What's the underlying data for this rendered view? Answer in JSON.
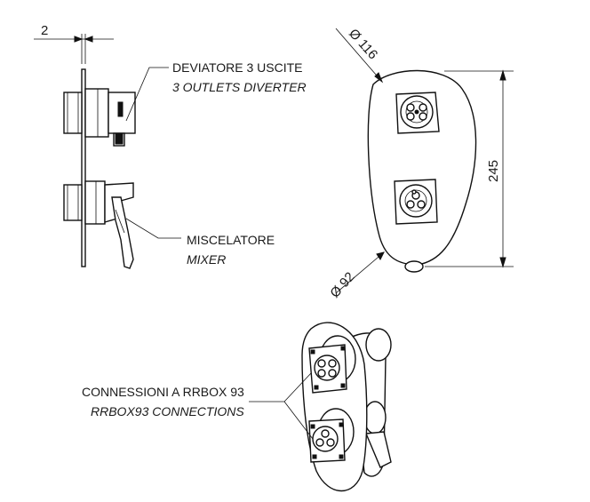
{
  "dimensions": {
    "thickness": "2",
    "outer_diameter": "Ø 116",
    "inner_diameter": "Ø 92",
    "height": "245"
  },
  "callouts": {
    "diverter_it": "DEVIATORE 3 USCITE",
    "diverter_en": "3 OUTLETS DIVERTER",
    "mixer_it": "MISCELATORE",
    "mixer_en": "MIXER",
    "connections_it": "CONNESSIONI A RRBOX 93",
    "connections_en": "RRBOX93 CONNECTIONS"
  }
}
